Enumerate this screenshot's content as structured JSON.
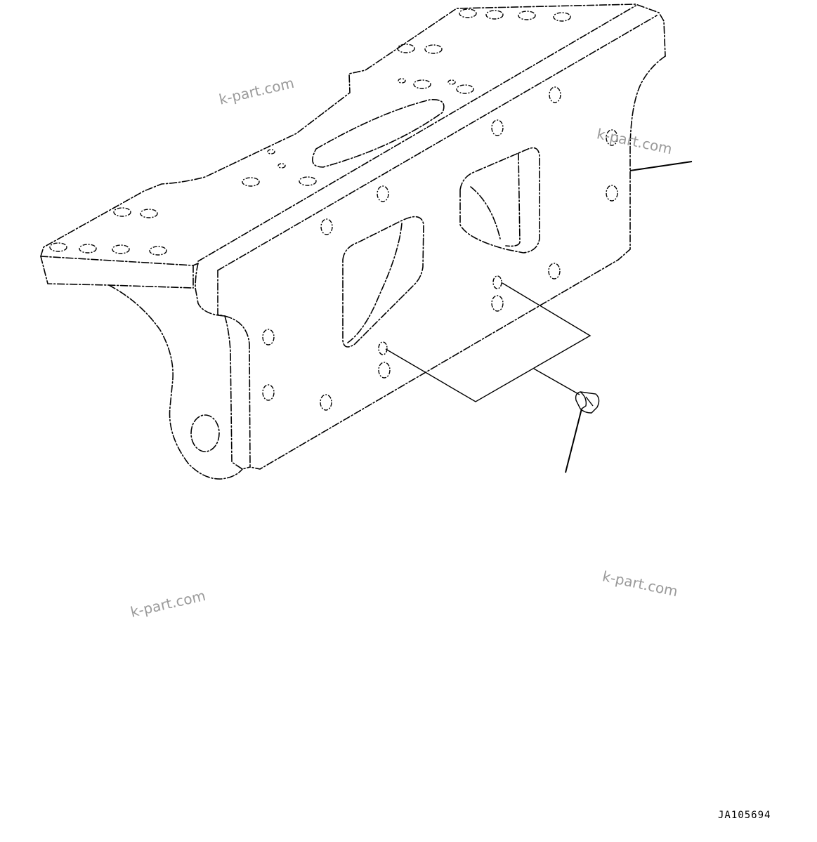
{
  "watermarks": [
    "k-part.com",
    "k-part.com",
    "k-part.com",
    "k-part.com"
  ],
  "drawing_code": "JA105694",
  "colors": {
    "line": "#000000",
    "background": "#ffffff",
    "watermark": "#9a9a9a"
  }
}
